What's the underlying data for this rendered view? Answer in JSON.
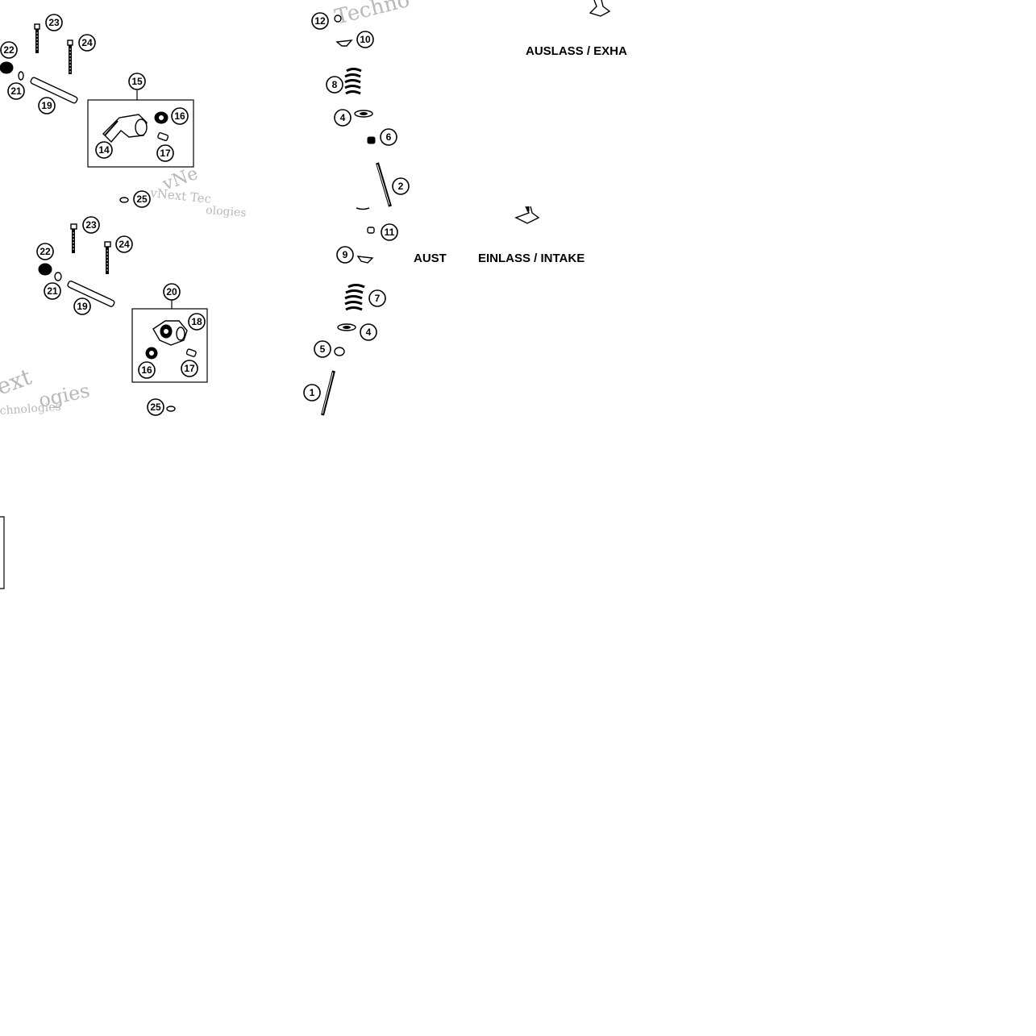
{
  "labels": {
    "exhaust": "AUSLASS / EXHA",
    "exhaust_partial": "AUST",
    "intake": "EINLASS / INTAKE"
  },
  "watermarks": [
    "Techno",
    "vNext Tec",
    "vNe",
    "ologies",
    "ext",
    "chnologies",
    "ogies"
  ],
  "callouts": [
    "1",
    "2",
    "4",
    "4",
    "5",
    "6",
    "7",
    "8",
    "9",
    "10",
    "11",
    "12",
    "14",
    "15",
    "16",
    "16",
    "17",
    "17",
    "18",
    "19",
    "19",
    "20",
    "21",
    "21",
    "22",
    "22",
    "23",
    "23",
    "24",
    "24",
    "25",
    "25"
  ]
}
